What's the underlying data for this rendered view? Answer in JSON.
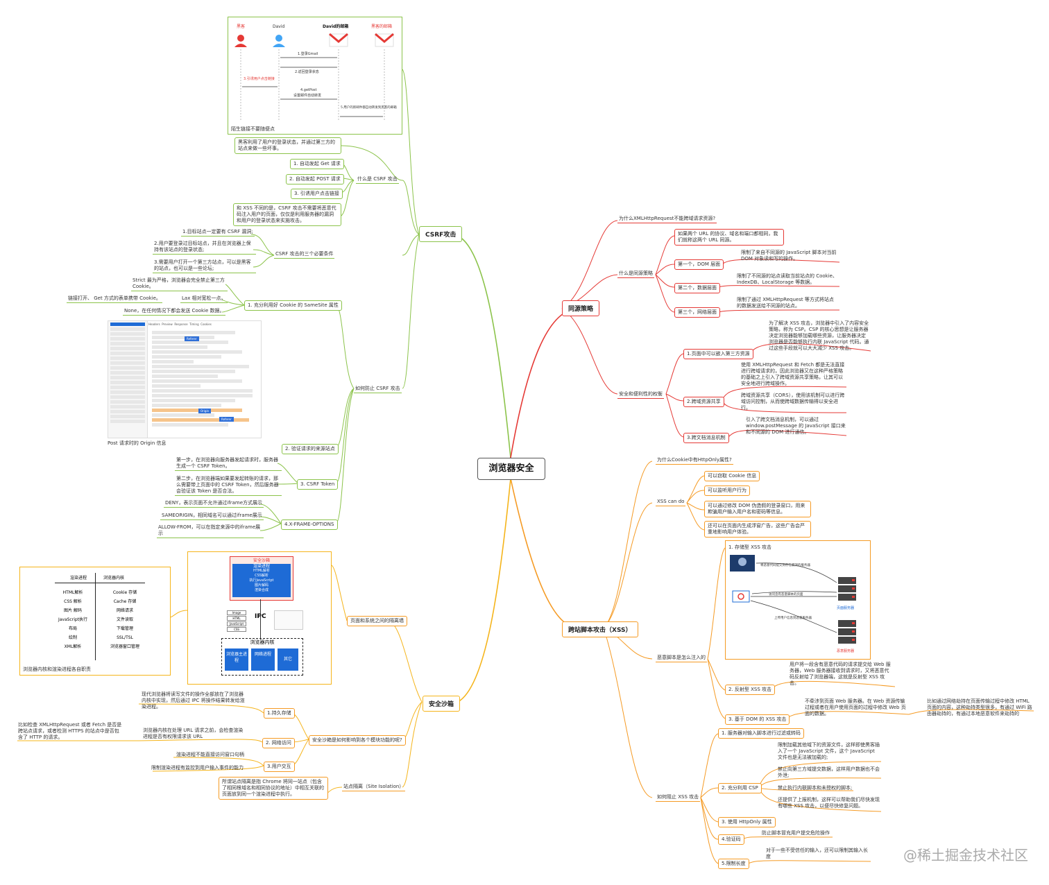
{
  "root": "浏览器安全",
  "watermark": "@稀土掘金技术社区",
  "csrf": {
    "title": "CSRF攻击",
    "diagram": {
      "actors": [
        "黑客",
        "David",
        "David的邮箱",
        "黑客的邮箱"
      ],
      "msg1": "1.登录Gmail",
      "msg2": "2.返回登录状态",
      "msg3": "3.引诱用户点击链接",
      "msg4a": "4.getPost",
      "msg4b": "设置邮件自动转发",
      "msg5": "5.用户的新邮件都自动转发到黑客的邮箱",
      "caption": "陌生链接不要随便点"
    },
    "what": {
      "label": "什么是 CSRF 攻击",
      "items": [
        "黑客利用了用户的登录状态，并通过第三方的站点来做一些坏事。",
        "1. 自动发起 Get 请求",
        "2. 自动发起 POST 请求",
        "3. 引诱用户点击链接",
        "和 XSS 不同的是，CSRF 攻击不需要将恶意代码注入用户的页面，仅仅是利用服务器的漏洞和用户的登录状态来实施攻击。"
      ]
    },
    "conditions": {
      "label": "CSRF 攻击的三个必要条件",
      "items": [
        "1.目标站点一定要有 CSRF 漏洞;",
        "2.用户要登录过目标站点，并且在浏览器上保持有该站点的登录状态;",
        "3.需要用户打开一个第三方站点，可以是黑客的站点，也可以是一些论坛;"
      ]
    },
    "prevent": {
      "label": "如何防止 CSRF 攻击",
      "samesite": "1. 充分利用好 Cookie 的 SameSite 属性",
      "strict": "Strict 最为严格，浏览器会完全禁止第三方 Cookie。",
      "lax": "Lax 相对宽松一点。",
      "lax_note": "链接打开、 Get 方式的表单携带 Cookie。",
      "none": "None，在任何情况下都会发送 Cookie 数据。",
      "origin_caption": "Post 请求时的 Origin 信息",
      "origin": "2. 验证请求的来源站点",
      "token": "3. CSRF Token",
      "token_step1": "第一步，在浏览器向服务器发起请求时，服务器生成一个 CSRF Token。",
      "token_step2": "第二步，在浏览器端如果要发起转账的请求，那么需要带上页面中的 CSRF Token，然后服务器会验证该 Token 是否合法。",
      "xfo": "4.X-FRAME-OPTIONS",
      "xfo_items": [
        "DENY，表示页面不允许通过iframe方式展示",
        "SAMEORIGIN，相同域名可以通过iframe展示",
        "ALLOW-FROM，可以在指定来源中的iframe展示"
      ],
      "devtools_tabs": [
        "Headers",
        "Preview",
        "Response",
        "Timing",
        "Cookies"
      ],
      "tag_referer": "Referer",
      "tag_origin": "Origin"
    }
  },
  "sameorigin": {
    "title": "同源策略",
    "why": "为什么XMLHttpRequest不能跨域请求资源?",
    "what": "什么是同源策略",
    "what_def": "如果两个 URL 的协议、域名和端口都相同，我们就称这两个 URL 同源。",
    "dom": "第一个，DOM 层面",
    "dom_desc": "限制了来自不同源的 JavaScript 脚本对当前 DOM 对象读和写的操作。",
    "data": "第二个，数据层面",
    "data_desc": "限制了不同源的站点读取当前站点的 Cookie、IndexDB、LocalStorage 等数据。",
    "net": "第三个，网络层面",
    "net_desc": "限制了通过 XMLHttpRequest 等方式将站点的数据发送给不同源的站点。",
    "tradeoff": "安全和便利性的权衡",
    "t1": "1.页面中可以嵌入第三方资源",
    "t1_desc": "为了解决 XSS 攻击，浏览器中引入了内容安全策略，称为 CSP。CSP 的核心思想是让服务器决定浏览器能够加载哪些资源，让服务器决定浏览器是否能够执行内联 JavaScript 代码。通过这些手段就可以大大减少 XSS 攻击。",
    "t2": "2.跨域资源共享",
    "t2_desc1": "使用 XMLHttpRequest 和 Fetch 都是无法直接进行跨域请求的，因此浏览器又在这种严格策略的基础之上引入了跨域资源共享策略，让其可以安全地进行跨域操作。",
    "t2_desc2": "跨域资源共享（CORS），使用该机制可以进行跨域访问控制，从而使跨域数据传输得以安全进行。",
    "t3": "3.跨文档消息机制",
    "t3_desc": "引入了跨文档消息机制，可以通过 window.postMessage 的 JavaScript 接口来和不同源的 DOM 进行通信。"
  },
  "xss": {
    "title": "跨站脚本攻击（XSS）",
    "why_httponly": "为什么Cookie中有HttpOnly属性?",
    "cando": "XSS can do",
    "cando_items": [
      "可以窃取 Cookie 信息",
      "可以监听用户行为",
      "可以通过修改 DOM 伪造假的登录窗口，用来欺骗用户输入用户名和密码等信息。",
      "还可以在页面内生成浮窗广告，这些广告会严重地影响用户体验。"
    ],
    "inject": "恶意脚本是怎么注入的",
    "stored": "1. 存储型 XSS 攻击",
    "stored_msg1": "将恶意代码提交到存在漏洞的服务器",
    "stored_msg2": "访问含有恶意脚本的页面",
    "stored_msg3": "上传用户信息到恶意服务器",
    "stored_srv1": "页面服务器",
    "stored_srv2": "恶意服务器",
    "reflected": "2. 反射型 XSS 攻击",
    "reflected_desc": "用户将一段含有恶意代码的请求提交给 Web 服务器，Web 服务器接收到请求时，又将恶意代码反射给了浏览器端，这就是反射型 XSS 攻击。",
    "dom": "3. 基于 DOM 的 XSS 攻击",
    "dom_desc": "不牵涉到页面 Web 服务器。在 Web 资源传输过程或者在用户使用页面的过程中修改 Web 页面的数据。",
    "dom_extra": "比如通过网络劫持在页面传输过程中修改 HTML 页面的内容，这种劫持类型很多，有通过 WiFi 路由器劫持的，有通过本地恶意软件来劫持的",
    "prevent": "如何阻止 XSS 攻击",
    "p1": "1. 服务器对输入脚本进行过滤或转码",
    "p2": "2. 充分利用 CSP",
    "p2_items": [
      "限制加载其他域下的资源文件，这样即使黑客插入了一个 JavaScript 文件，这个 JavaScript 文件也是无法被加载的;",
      "禁止向第三方域提交数据，这样用户数据也不会外泄;",
      "禁止执行内联脚本和未授权的脚本;",
      "还提供了上报机制，这样可以帮助我们尽快发现有哪些 XSS 攻击，以便尽快修复问题。"
    ],
    "p3": "3. 使用 HttpOnly 属性",
    "p4": "4.验证码",
    "p4_desc": "防止脚本冒充用户提交危险操作",
    "p5": "5.限制长度",
    "p5_desc": "对于一些不受信任的输入，还可以限制其输入长度"
  },
  "sandbox": {
    "title": "安全沙箱",
    "isolation": "页面和系统之间的隔离墙",
    "diag": {
      "sandbox_label": "安全沙箱",
      "renderer": "渲染进程",
      "r_items": [
        "HTML解析",
        "CSS解析",
        "执行JavaScript",
        "图片解码",
        "渲染合成"
      ],
      "ipc": "IPC",
      "kernel": "浏览器内核",
      "k_items": [
        "浏览器主进程",
        "网络进程",
        "其它"
      ],
      "stack": [
        "Image",
        "HTML",
        "JavaScript",
        "CSS"
      ]
    },
    "table": {
      "head_left": "渲染进程",
      "head_right": "浏览器内核",
      "left": [
        "HTML解析",
        "CSS 解析",
        "图片 解码",
        "JavaScript执行",
        "布局",
        "绘制",
        "XML解析"
      ],
      "right": [
        "Cookie 存储",
        "Cache 存储",
        "网络请求",
        "文件读取",
        "下载管理",
        "SSL/TSL",
        "浏览器窗口管理"
      ],
      "caption": "浏览器内核和渲染进程各自职责"
    },
    "effect": "安全沙箱是如何影响到各个模块功能的呢?",
    "e1": "1.持久存储",
    "e1_desc": "现代浏览器将读写文件的操作全部放在了浏览器内核中实现，然后通过 IPC 将操作结果转发给渲染进程。",
    "e2": "2. 网络访问",
    "e2_desc": "浏览器内核在处理 URL 请求之前，会检查渲染进程是否有权限请求该 URL",
    "e2_extra": "比如检查 XMLHttpRequest 或者 Fetch 是否是跨站点请求，或者检测 HTTPS 的站点中是否包含了 HTTP 的请求。",
    "e3": "3.用户交互",
    "e3_items": [
      "渲染进程不能直接访问窗口句柄",
      "限制渲染进程有监控到用户输入事件的能力"
    ],
    "site": "站点隔离（Site Isolation）",
    "site_desc": "所谓站点隔离是指 Chrome 将同一站点（包含了相同根域名和相同协议的地址）中相互关联的页面放到同一个渲染进程中执行。"
  }
}
